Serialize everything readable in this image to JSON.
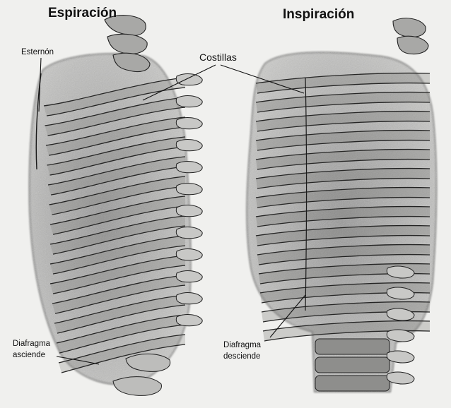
{
  "diagram": {
    "panels": [
      {
        "title": "Espiración"
      },
      {
        "title": "Inspiración"
      }
    ],
    "labels": {
      "sternum": "Esternón",
      "ribs": "Costillas",
      "diaphragm_up_line1": "Diafragma",
      "diaphragm_up_line2": "asciende",
      "diaphragm_down_line1": "Diafragma",
      "diaphragm_down_line2": "desciende"
    },
    "colors": {
      "background": "#f0f0ee",
      "bone_shading": "#6e6e6e",
      "outline": "#1a1a1a"
    }
  }
}
